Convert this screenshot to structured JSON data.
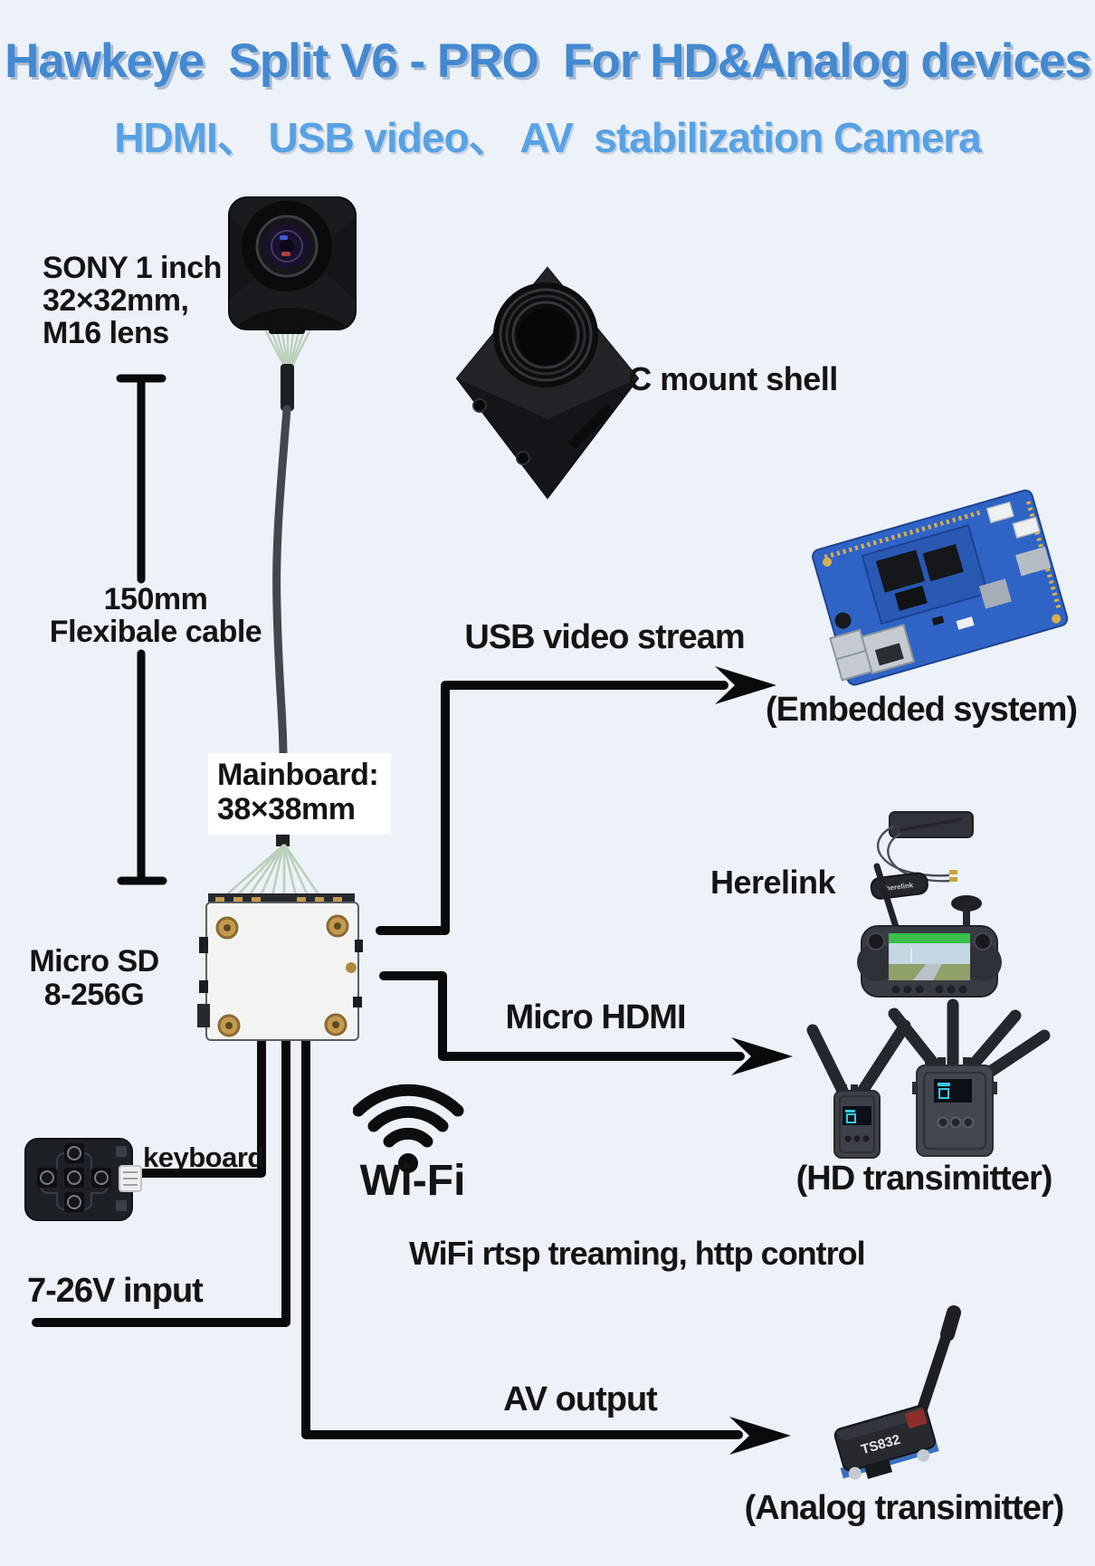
{
  "colors": {
    "background": "#edf1f8",
    "title": "#4389d0",
    "subtitle": "#58a2e3",
    "text": "#141414",
    "line": "#0a0a0a",
    "label_box_bg": "#ffffff",
    "pcb_blue": "#2f64c6",
    "wire_green": "#b9d0ba"
  },
  "header": {
    "title": "Hawkeye  Split V6 - PRO  For HD&Analog devices",
    "subtitle": "HDMI、 USB video、 AV  stabilization Camera"
  },
  "camera": {
    "label_lines": [
      "SONY 1 inch",
      "32×32mm,",
      "M16 lens"
    ]
  },
  "cable": {
    "label_lines": [
      "150mm",
      "Flexibale cable"
    ]
  },
  "mainboard": {
    "label_lines": [
      "Mainboard:",
      "38×38mm"
    ]
  },
  "micro_sd": {
    "label_lines": [
      "Micro SD",
      "8-256G"
    ]
  },
  "c_mount": {
    "label": "C mount shell"
  },
  "connections": {
    "usb": {
      "label": "USB video stream",
      "target": "(Embedded system)"
    },
    "hdmi": {
      "label": "Micro HDMI",
      "target": "(HD transimitter)"
    },
    "av": {
      "label": "AV output",
      "target": "(Analog transimitter)"
    },
    "keyboard": {
      "label": "keyboard"
    },
    "power": {
      "label": "7-26V input"
    }
  },
  "herelink": {
    "label": "Herelink",
    "stick_text": "herelink"
  },
  "wifi": {
    "label": "Wi-Fi",
    "description": "WiFi rtsp treaming, http control"
  },
  "analog": {
    "model": "TS832"
  }
}
